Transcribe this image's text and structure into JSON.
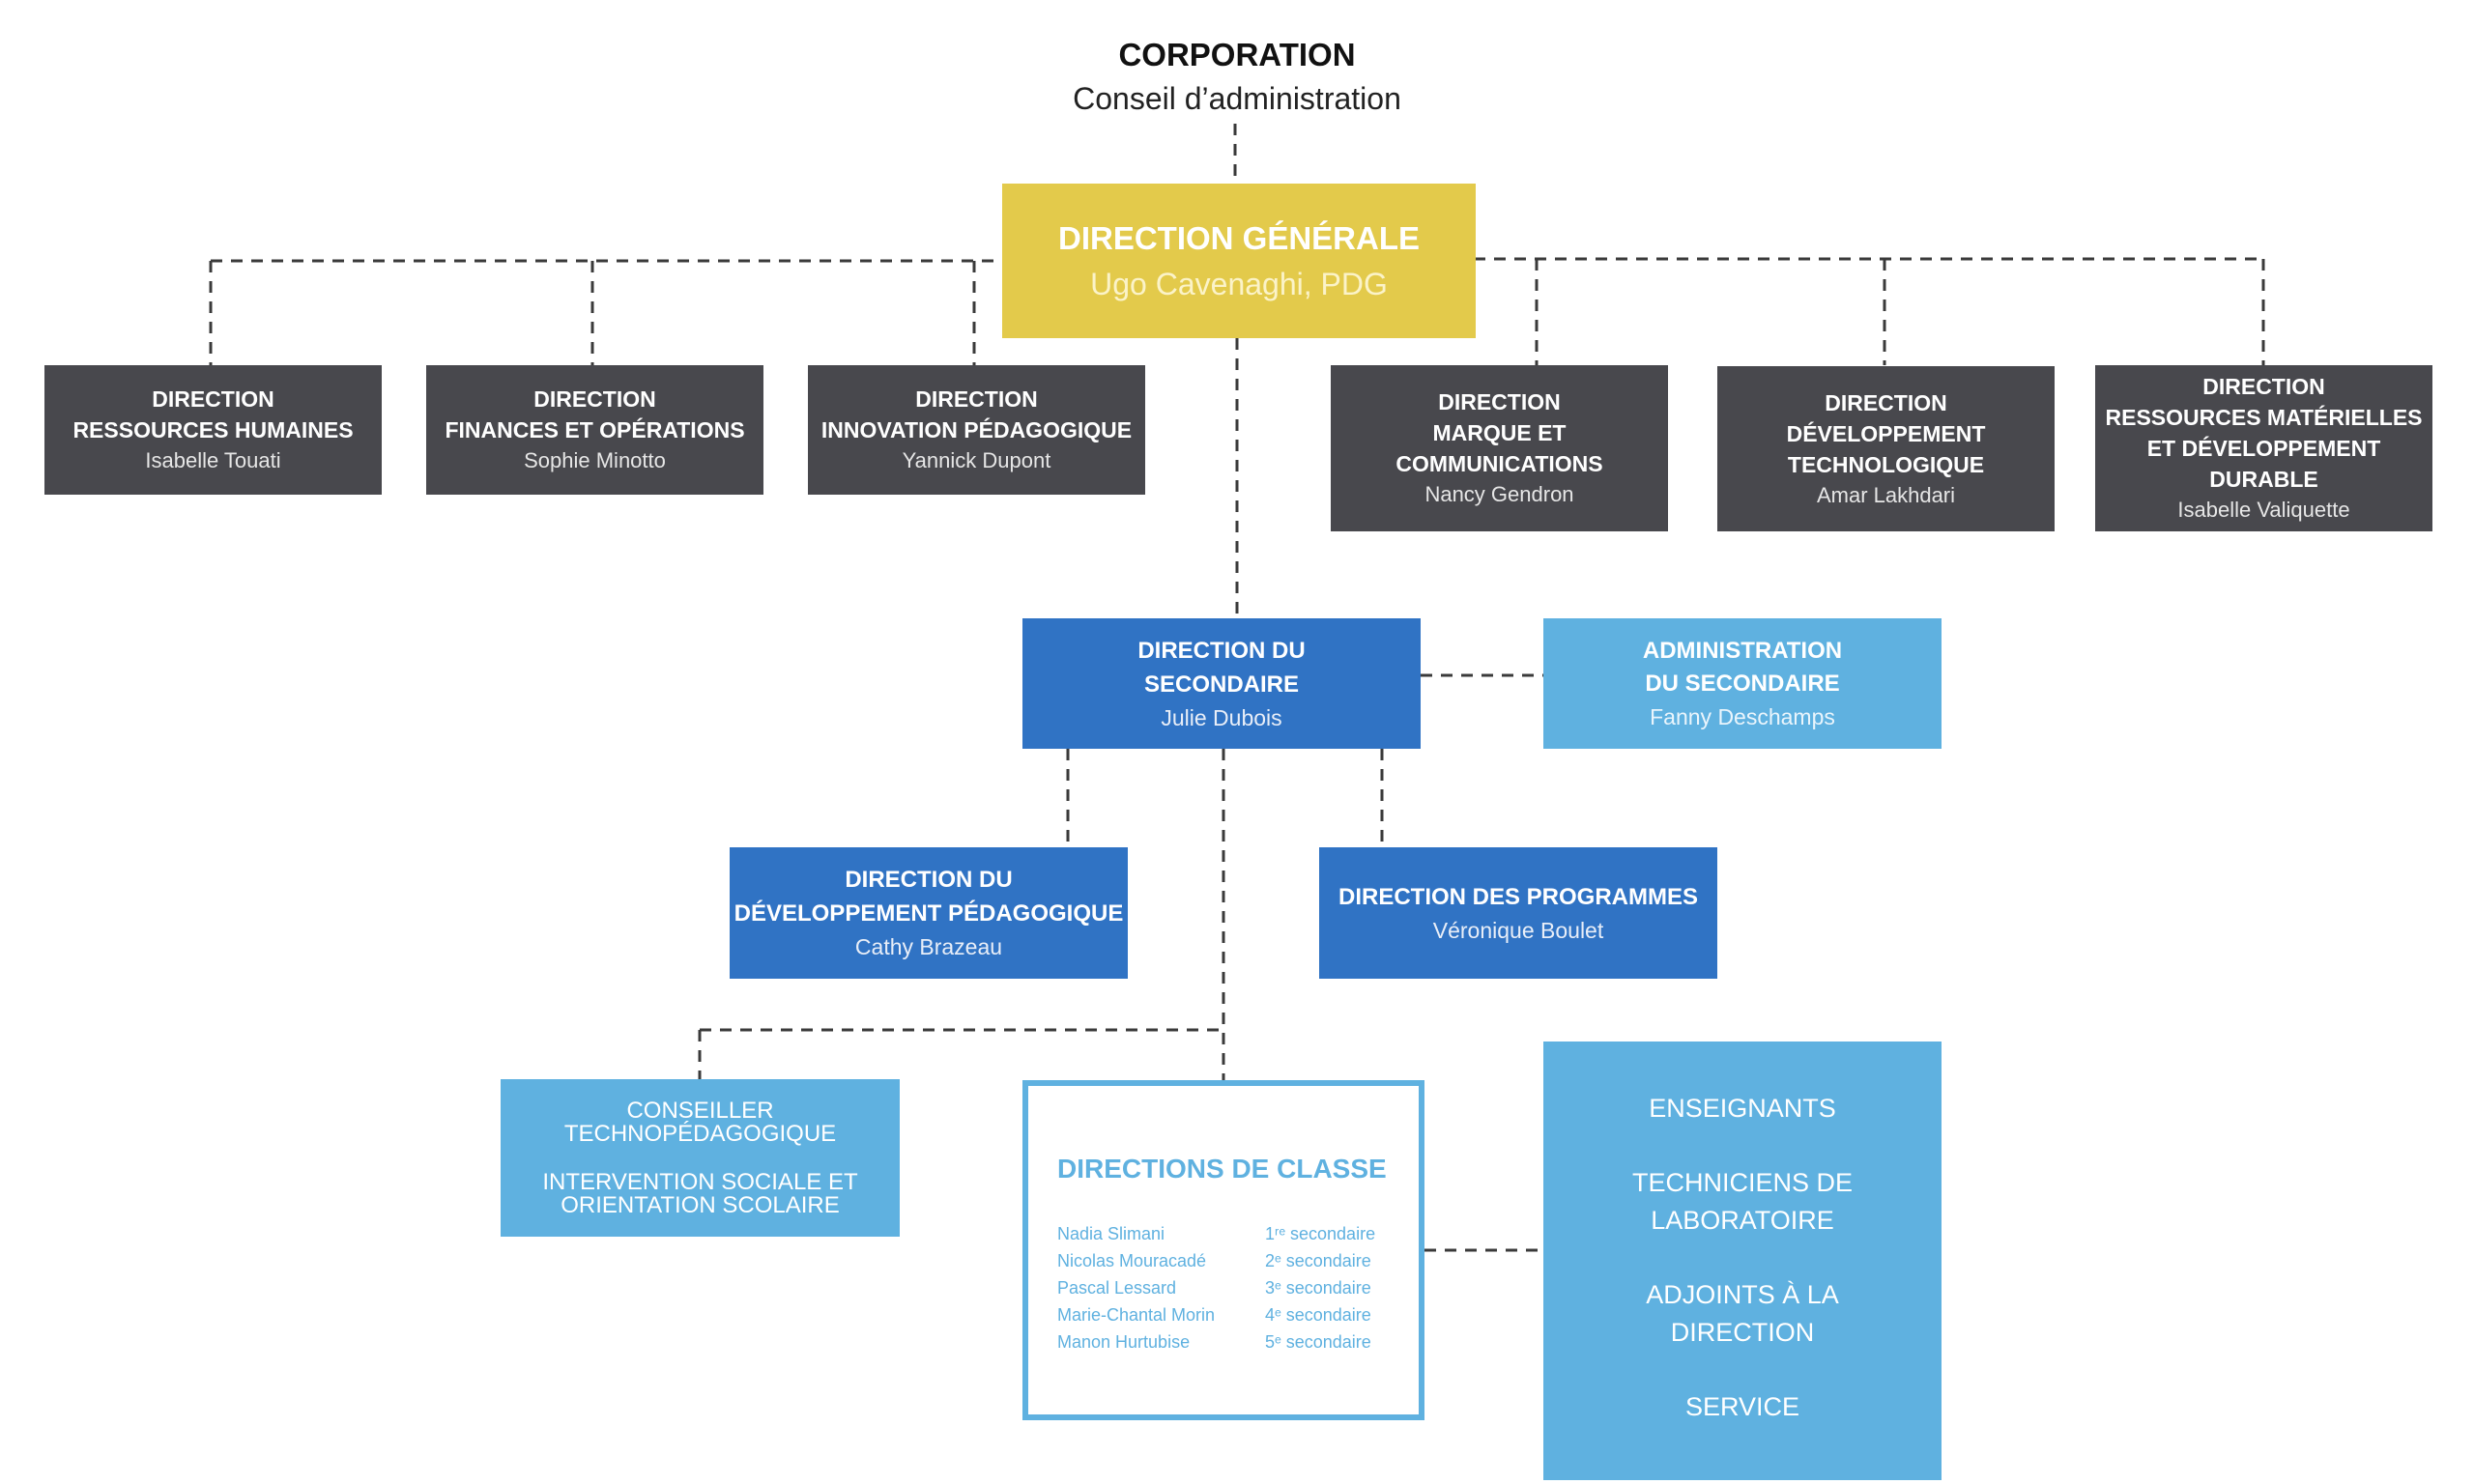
{
  "corporation": {
    "title": "CORPORATION",
    "subtitle": "Conseil d’administration"
  },
  "direction_generale": {
    "title": "DIRECTION GÉNÉRALE",
    "name": "Ugo Cavenaghi, PDG"
  },
  "directions": [
    {
      "title": "DIRECTION\nRESSOURCES HUMAINES",
      "name": "Isabelle Touati"
    },
    {
      "title": "DIRECTION\nFINANCES ET OPÉRATIONS",
      "name": "Sophie Minotto"
    },
    {
      "title": "DIRECTION\nINNOVATION PÉDAGOGIQUE",
      "name": "Yannick Dupont"
    },
    {
      "title": "DIRECTION\nMARQUE ET\nCOMMUNICATIONS",
      "name": "Nancy Gendron"
    },
    {
      "title": "DIRECTION\nDÉVELOPPEMENT\nTECHNOLOGIQUE",
      "name": "Amar Lakhdari"
    },
    {
      "title": "DIRECTION\nRESSOURCES MATÉRIELLES\nET DÉVELOPPEMENT\nDURABLE",
      "name": "Isabelle Valiquette"
    }
  ],
  "secondaire": {
    "title": "DIRECTION DU\nSECONDAIRE",
    "name": "Julie Dubois"
  },
  "administration": {
    "title": "ADMINISTRATION\nDU SECONDAIRE",
    "name": "Fanny Deschamps"
  },
  "dev_pedagogique": {
    "title": "DIRECTION DU\nDÉVELOPPEMENT PÉDAGOGIQUE",
    "name": "Cathy Brazeau"
  },
  "programmes": {
    "title": "DIRECTION DES PROGRAMMES",
    "name": "Véronique Boulet"
  },
  "conseiller": {
    "line1": "CONSEILLER\nTECHNOPÉDAGOGIQUE",
    "line2": "INTERVENTION SOCIALE ET\nORIENTATION SCOLAIRE"
  },
  "classe": {
    "title": "DIRECTIONS DE CLASSE",
    "rows": [
      {
        "name": "Nadia Slimani",
        "grade": "1ʳᵉ secondaire"
      },
      {
        "name": "Nicolas Mouracadé",
        "grade": "2ᵉ secondaire"
      },
      {
        "name": "Pascal Lessard",
        "grade": "3ᵉ secondaire"
      },
      {
        "name": "Marie-Chantal Morin",
        "grade": "4ᵉ secondaire"
      },
      {
        "name": "Manon Hurtubise",
        "grade": "5ᵉ secondaire"
      }
    ]
  },
  "staff": [
    "ENSEIGNANTS",
    "TECHNICIENS DE\nLABORATOIRE",
    "ADJOINTS À LA\nDIRECTION",
    "SERVICE"
  ],
  "colors": {
    "dark": "#48484d",
    "gold": "#e3ca4b",
    "blue": "#3073c4",
    "light_blue": "#5fb1e0"
  }
}
